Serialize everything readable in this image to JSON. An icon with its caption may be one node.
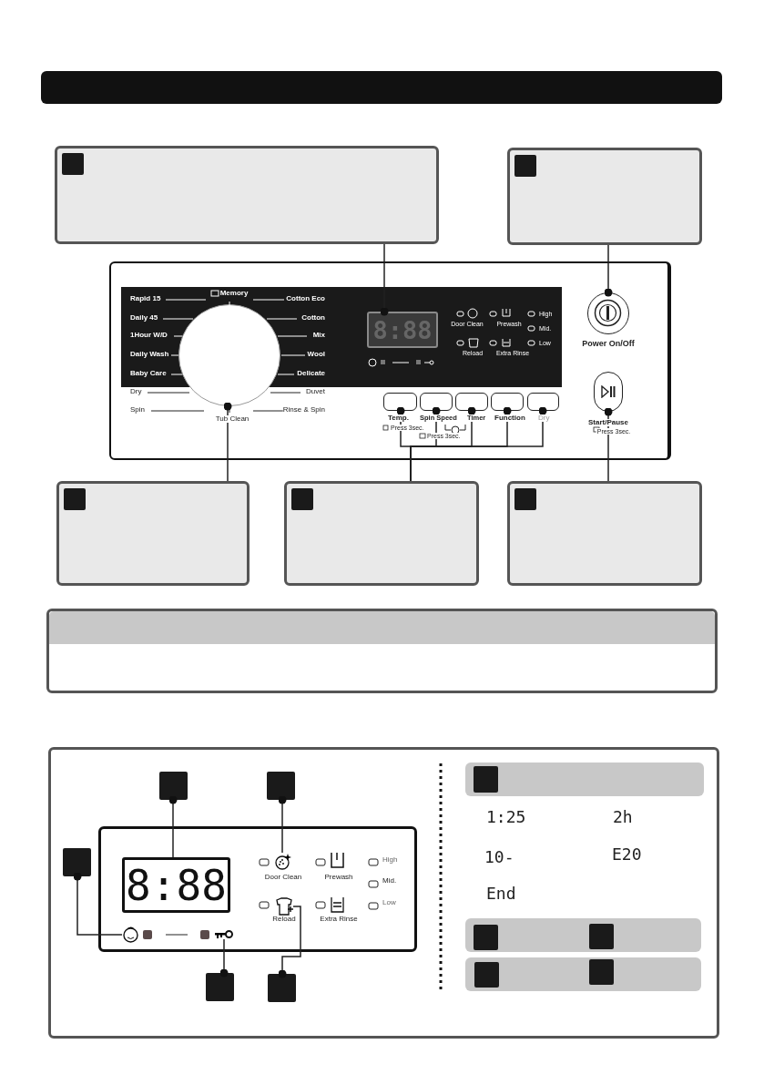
{
  "diagram": {
    "nodes": [
      {
        "text": [],
        "shape": "box"
      },
      {
        "text": [],
        "shape": "box",
        "in": 0
      },
      {
        "text": [],
        "shape": "box"
      },
      {
        "text": [],
        "shape": "box",
        "in": 2
      },
      {
        "text": [],
        "shape": "box"
      },
      {
        "text": [
          "8:88"
        ],
        "in": 4
      },
      {
        "text": [],
        "shape": "circle",
        "in": 4
      },
      {
        "text": [],
        "shape": "circle",
        "in": 4,
        "beside": [
          "Power On/Off"
        ]
      },
      {
        "text": [],
        "shape": "box",
        "in": 4,
        "beside": [
          "Temp.",
          "Press 3sec."
        ]
      },
      {
        "text": [],
        "shape": "box",
        "in": 4,
        "beside": [
          "Spin Speed",
          "Press 3sec."
        ]
      },
      {
        "text": [],
        "shape": "box",
        "in": 4,
        "beside": [
          "Timer"
        ]
      },
      {
        "text": [],
        "shape": "box",
        "in": 4,
        "beside": [
          "Function"
        ]
      },
      {
        "text": [],
        "shape": "box",
        "in": 4,
        "beside": [
          "Dry"
        ]
      },
      {
        "text": [],
        "shape": "oval",
        "in": 4,
        "beside": [
          "Start/Pause",
          "Press 3sec."
        ]
      },
      {
        "text": [],
        "shape": "box"
      },
      {
        "text": [],
        "shape": "box",
        "in": 14
      },
      {
        "text": [],
        "shape": "box"
      },
      {
        "text": [],
        "shape": "box",
        "in": 16
      },
      {
        "text": [],
        "shape": "box"
      },
      {
        "text": [],
        "shape": "box",
        "in": 18
      },
      {
        "text": [],
        "shape": "box"
      },
      {
        "text": [],
        "shape": "box"
      },
      {
        "text": [],
        "shape": "box",
        "in": 21
      },
      {
        "text": [
          "8:88"
        ],
        "in": 22
      },
      {
        "text": [],
        "shape": "icon",
        "in": 22,
        "beside": [
          "Door Clean"
        ]
      },
      {
        "text": [],
        "shape": "icon",
        "in": 22
      },
      {
        "text": [],
        "shape": "icon",
        "in": 22
      },
      {
        "text": [],
        "shape": "icon",
        "in": 22,
        "beside": [
          "Reload"
        ]
      },
      {
        "text": [],
        "shape": "box",
        "in": 21
      },
      {
        "text": [],
        "shape": "box",
        "in": 21
      },
      {
        "text": [],
        "shape": "box",
        "in": 21
      },
      {
        "text": [],
        "shape": "box",
        "in": 21
      },
      {
        "text": [],
        "shape": "box",
        "in": 21
      },
      {
        "text": [],
        "shape": "bar",
        "in": 21
      },
      {
        "text": [],
        "shape": "box",
        "in": 33
      },
      {
        "text": [],
        "shape": "bar",
        "in": 21
      },
      {
        "text": [],
        "shape": "box",
        "in": 35
      },
      {
        "text": [],
        "shape": "box",
        "in": 35
      },
      {
        "text": [],
        "shape": "bar",
        "in": 21
      },
      {
        "text": [],
        "shape": "box",
        "in": 38
      },
      {
        "text": [],
        "shape": "box",
        "in": 38
      },
      {
        "text": [],
        "shape": "bar"
      }
    ],
    "edges": [
      {
        "from": 0,
        "to": 5,
        "arrow": "other"
      },
      {
        "from": 2,
        "to": 7,
        "arrow": "other"
      },
      {
        "from": 14,
        "to": 6,
        "arrow": "other"
      },
      {
        "from": 16,
        "to": 8,
        "arrow": "other"
      },
      {
        "from": 16,
        "to": 9,
        "arrow": "other"
      },
      {
        "from": 16,
        "to": 10,
        "arrow": "other"
      },
      {
        "from": 16,
        "to": 11,
        "arrow": "other"
      },
      {
        "from": 16,
        "to": 12,
        "arrow": "other"
      },
      {
        "from": 18,
        "to": 13,
        "arrow": "other"
      },
      {
        "from": 23,
        "to": 28,
        "arrow": "other"
      },
      {
        "from": 24,
        "to": 29,
        "arrow": "other"
      },
      {
        "from": 25,
        "to": 30,
        "arrow": "other"
      },
      {
        "from": 26,
        "to": 31,
        "arrow": "other"
      },
      {
        "from": 27,
        "to": 32,
        "arrow": "other"
      }
    ],
    "labels": [
      "Memory",
      "Rapid 15",
      "Cotton Eco",
      "Daily 45",
      "Cotton",
      "1Hour W/D",
      "Mix",
      "Daily Wash",
      "Wool",
      "Baby Care",
      "Delicate",
      "Dry",
      "Duvet",
      "Spin",
      "Rinse & Spin",
      "Tub Clean",
      "Door Clean",
      "Prewash",
      "High",
      "Mid.",
      "Reload",
      "Extra Rinse",
      "Low",
      "Prewash",
      "High",
      "Mid.",
      "Extra Rinse",
      "Low",
      "1:25",
      "2h",
      "10-",
      "E20",
      "End"
    ]
  }
}
